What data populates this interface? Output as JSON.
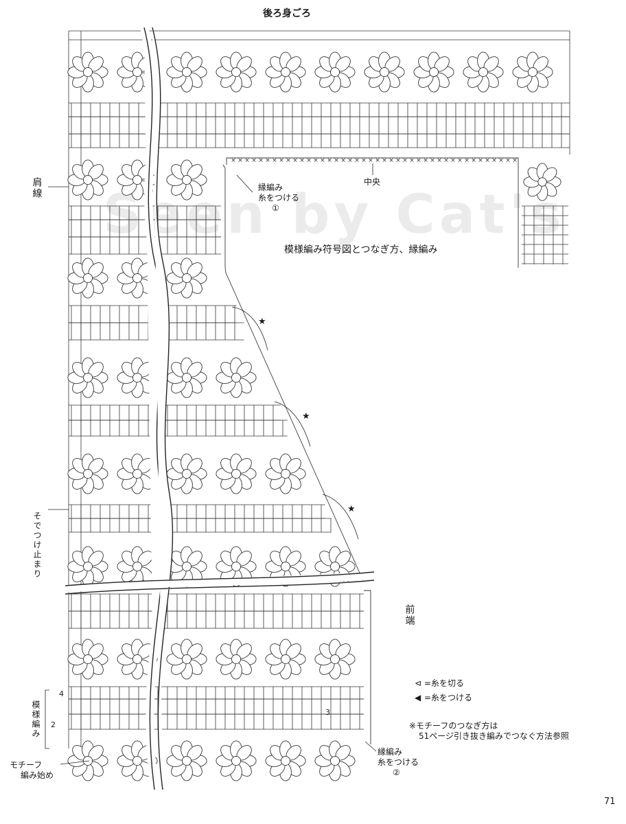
{
  "title": "後ろ身ごろ",
  "labels": {
    "shoulder_line": "肩線",
    "edging_attach_1_a": "縁編み",
    "edging_attach_1_b": "糸をつける",
    "marker_1": "①",
    "center": "中央",
    "pattern_chart_title": "模様編み符号図とつなぎ方、縁編み",
    "sleeve_stop": "そでつけ止まり",
    "front_edge": "前端",
    "pattern_stitch": "模様編み",
    "motif_start_a": "モチーフ",
    "motif_start_b": "編み始め",
    "edging_attach_2_a": "縁編み",
    "edging_attach_2_b": "糸をつける",
    "marker_2": "②",
    "row_4": "4",
    "row_2": "2",
    "row_3": "3"
  },
  "legend": {
    "cut_yarn": "=糸を切る",
    "attach_yarn": "=糸をつける"
  },
  "notes": {
    "motif_join_1": "※モチーフのつなぎ方は",
    "motif_join_2": "51ページ引き抜き編みでつなぐ方法参照"
  },
  "watermark": "Seen by Cat's",
  "page_number": "71",
  "star_icon": "★"
}
